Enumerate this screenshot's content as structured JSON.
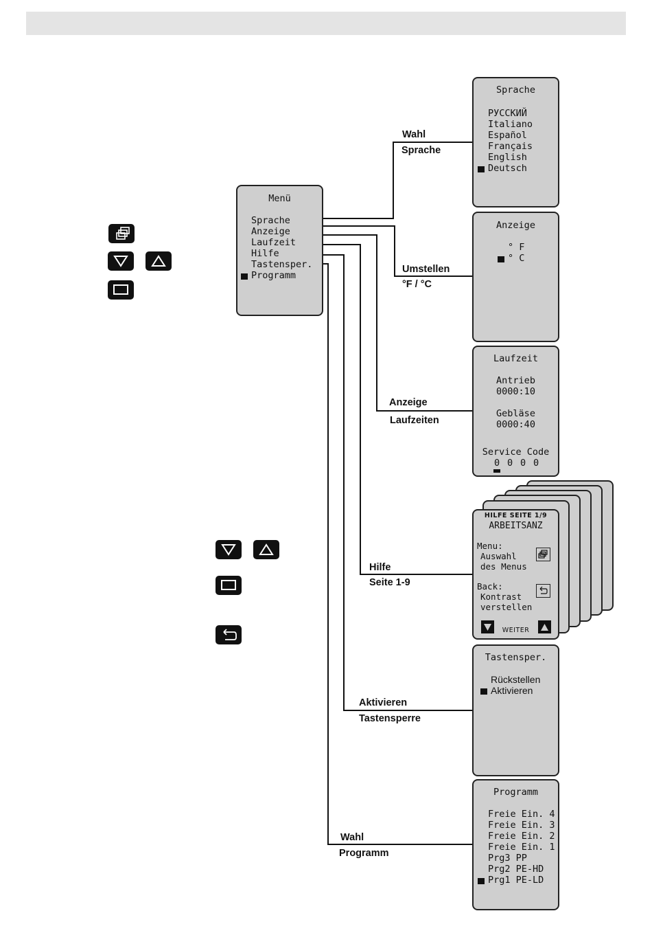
{
  "menu": {
    "title": "Menü",
    "items": [
      "Sprache",
      "Anzeige",
      "Laufzeit",
      "Hilfe",
      "Tastensper."
    ],
    "selected": "Programm"
  },
  "legend_keys_top": [
    "menu-key-icon",
    "down-arrow-key-icon",
    "up-arrow-key-icon",
    "enter-key-icon"
  ],
  "legend_keys_bottom": [
    "down-arrow-key-icon",
    "up-arrow-key-icon",
    "enter-key-icon",
    "back-key-icon"
  ],
  "connectors": {
    "sprache": [
      "Wahl",
      "Sprache"
    ],
    "anzeige": [
      "Umstellen",
      "°F / °C"
    ],
    "laufzeit": [
      "Anzeige",
      "Laufzeiten"
    ],
    "hilfe": [
      "Hilfe",
      "Seite 1-9"
    ],
    "tastensperre": [
      "Aktivieren",
      "Tastensperre"
    ],
    "programm": [
      "Wahl",
      "Programm"
    ]
  },
  "screens": {
    "sprache": {
      "title": "Sprache",
      "items": [
        "РУССКИЙ",
        "Italiano",
        "Español",
        "Français",
        "English"
      ],
      "selected": "Deutsch"
    },
    "anzeige": {
      "title": "Anzeige",
      "unit_f": "° F",
      "unit_c_selected": "° C"
    },
    "laufzeit": {
      "title": "Laufzeit",
      "antrieb_label": "Antrieb",
      "antrieb_value": "0000:10",
      "geblaese_label": "Gebläse",
      "geblaese_value": "0000:40",
      "service_label": "Service Code",
      "service_digits": [
        "0",
        "0",
        "0",
        "0"
      ]
    },
    "hilfe": {
      "page": "HILFE SEITE 1/9",
      "heading": "ARBEITSANZ",
      "menu_label": "Menu:",
      "menu_desc1": "Auswahl",
      "menu_desc2": "des Menus",
      "back_label": "Back:",
      "back_desc1": "Kontrast",
      "back_desc2": "verstellen",
      "next_label": "WEITER",
      "page_count": 9
    },
    "tastensperre": {
      "title": "Tastensper.",
      "item": "Rückstellen",
      "selected": "Aktivieren"
    },
    "programm": {
      "title": "Programm",
      "items": [
        "Freie Ein. 4",
        "Freie Ein. 3",
        "Freie Ein. 2",
        "Freie Ein. 1",
        "Prg3 PP",
        "Prg2 PE-HD"
      ],
      "selected": "Prg1 PE-LD"
    }
  }
}
